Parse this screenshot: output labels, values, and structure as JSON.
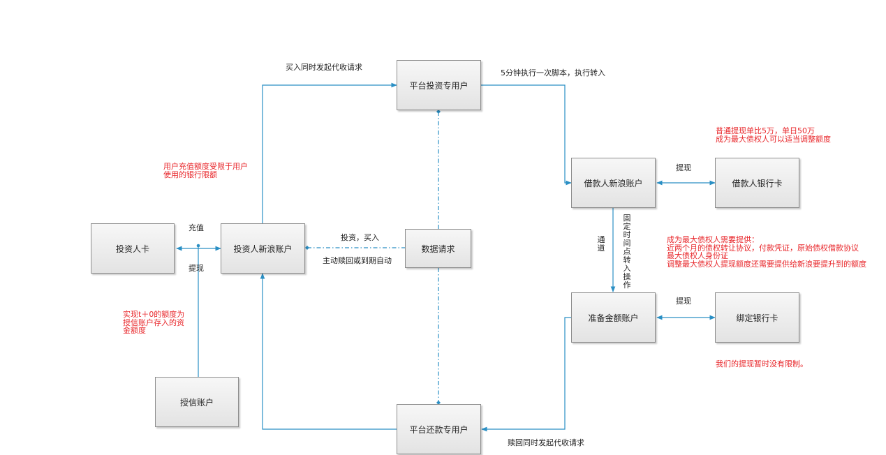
{
  "colors": {
    "line": "#2a8fc4",
    "note": "#e8262a",
    "box_border": "#8c8c8c"
  },
  "nodes": {
    "investor_card": "投资人卡",
    "investor_sina": "投资人新浪账户",
    "credit_account": "授信账户",
    "data_request": "数据请求",
    "platform_invest": "平台投资专用户",
    "platform_repay": "平台还款专用户",
    "borrower_sina": "借款人新浪账户",
    "borrower_bank": "借款人银行卡",
    "reserve_account": "准备金额账户",
    "bound_bank": "绑定银行卡"
  },
  "labels": {
    "recharge": "充值",
    "withdraw_left": "提现",
    "buy_request": "买入同时发起代收请求",
    "script": "5分钟执行一次脚本，执行转入",
    "invest_buy": "投资，买入",
    "redeem": "主动赎回或到期自动",
    "withdraw_borrower": "提现",
    "channel": "通道",
    "fixed_time": "固定时间点转入操作",
    "withdraw_reserve": "提现",
    "redeem_request": "赎回同时发起代收请求"
  },
  "notes": {
    "recharge_limit": [
      "用户充值额度受限于用户",
      "使用的银行限额"
    ],
    "t0": [
      "实现t＋0的额度为",
      "授信账户存入的资",
      "金额度"
    ],
    "withdraw_limit": [
      "普通提现单比5万，单日50万",
      "成为最大债权人可以适当调整额度"
    ],
    "max_creditor": [
      "成为最大债权人需要提供：",
      "近两个月的债权转让协议，付款凭证，原始债权借款协议",
      "最大债权人身份证",
      "调整最大债权人提现额度还需要提供给新浪要提升到的额度"
    ],
    "no_limit": "我们的提现暂时没有限制。"
  }
}
